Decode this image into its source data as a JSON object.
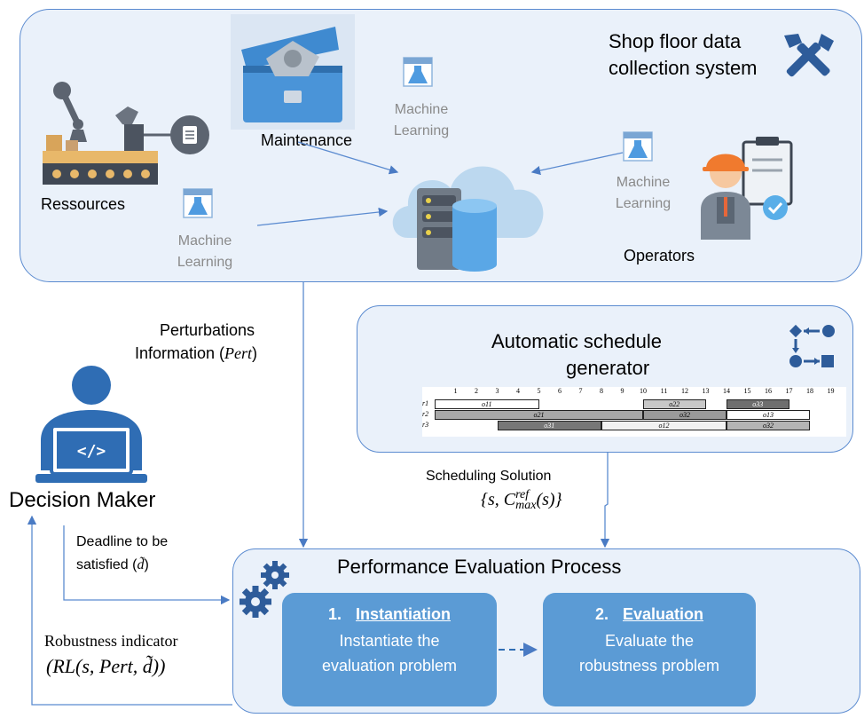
{
  "shop_floor": {
    "title_line1": "Shop floor data",
    "title_line2": "collection system",
    "maintenance": "Maintenance",
    "ressources": "Ressources",
    "operators": "Operators",
    "ml_line1": "Machine",
    "ml_line2": "Learning"
  },
  "perturbations": {
    "line1": "Perturbations",
    "line2": "Information (",
    "var": "Pert",
    "close": ")"
  },
  "scheduler": {
    "title_line1": "Automatic schedule",
    "title_line2": "generator",
    "gantt": {
      "ticks": [
        "1",
        "2",
        "3",
        "4",
        "5",
        "6",
        "7",
        "8",
        "9",
        "10",
        "11",
        "12",
        "13",
        "14",
        "15",
        "16",
        "17",
        "18",
        "19"
      ],
      "rows": [
        {
          "label": "r1",
          "tasks": [
            {
              "name": "o11",
              "start": 0,
              "end": 5,
              "shade": "#ffffff"
            },
            {
              "name": "o22",
              "start": 10,
              "end": 13,
              "shade": "#c8c8c8"
            },
            {
              "name": "o33",
              "start": 14,
              "end": 17,
              "shade": "#6e6e6e"
            }
          ]
        },
        {
          "label": "r2",
          "tasks": [
            {
              "name": "o21",
              "start": 0,
              "end": 10,
              "shade": "#a8a8a8"
            },
            {
              "name": "o32",
              "start": 10,
              "end": 14,
              "shade": "#9a9a9a"
            },
            {
              "name": "o13",
              "start": 14,
              "end": 18,
              "shade": "#ffffff"
            }
          ]
        },
        {
          "label": "r3",
          "tasks": [
            {
              "name": "o31",
              "start": 3,
              "end": 8,
              "shade": "#777777"
            },
            {
              "name": "o12",
              "start": 8,
              "end": 14,
              "shade": "#f2f2f2"
            },
            {
              "name": "o32",
              "start": 14,
              "end": 18,
              "shade": "#b4b4b4"
            }
          ]
        }
      ]
    }
  },
  "scheduling_solution": {
    "line1": "Scheduling Solution",
    "formula": "{s, C",
    "sup": "ref",
    "sub": "max",
    "tail": "(s)}"
  },
  "decision_maker": {
    "label": "Decision Maker"
  },
  "deadline": {
    "line1": "Deadline to be",
    "line2": "satisfied (",
    "var": "d̃",
    "close": ")"
  },
  "robustness": {
    "line1": "Robustness indicator",
    "formula": "(RL(s, Pert, d̃))"
  },
  "performance": {
    "title": "Performance Evaluation Process",
    "step1": {
      "num": "1.",
      "title": "Instantiation",
      "line1": "Instantiate the",
      "line2": "evaluation problem"
    },
    "step2": {
      "num": "2.",
      "title": "Evaluation",
      "line1": "Evaluate the",
      "line2": "robustness problem"
    }
  },
  "colors": {
    "accent": "#5b9bd5",
    "line": "#5b8bd0",
    "panel_bg": "#eaf1fa"
  }
}
